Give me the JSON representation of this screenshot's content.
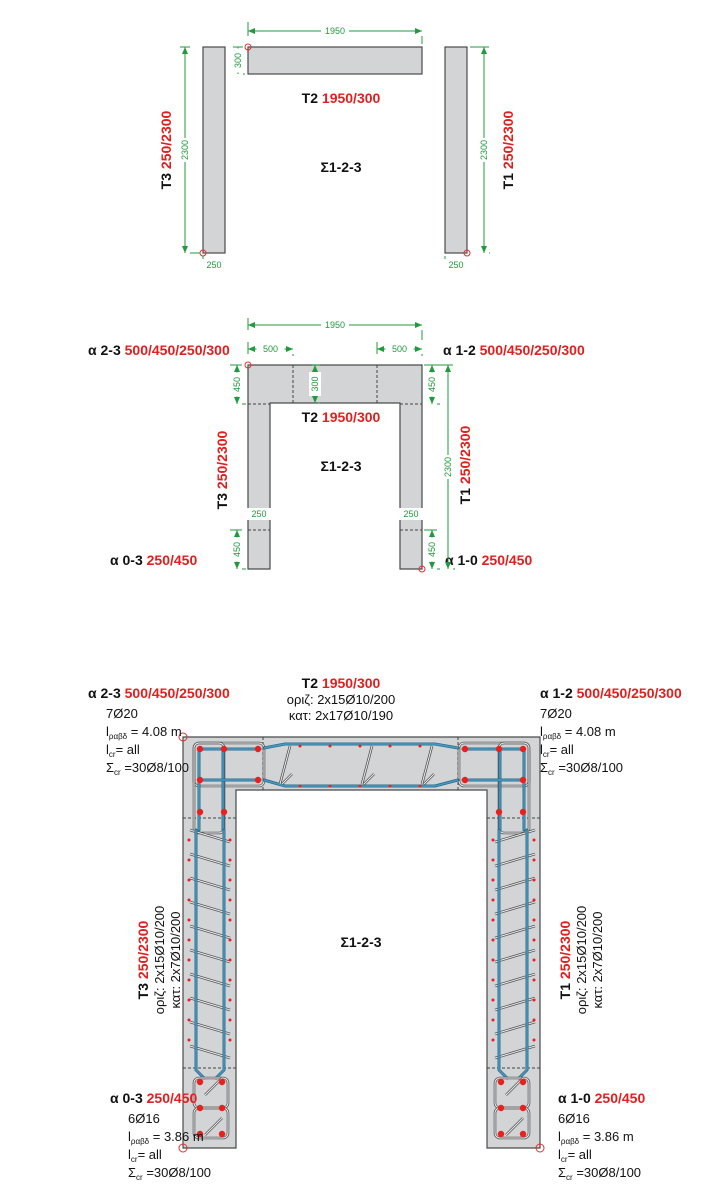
{
  "diagram1": {
    "t2": {
      "name": "T2",
      "dims": "1950/300"
    },
    "t3": {
      "name": "T3",
      "dims": "250/2300"
    },
    "t1": {
      "name": "T1",
      "dims": "250/2300"
    },
    "system": "Σ1-2-3",
    "dim_1950": "1950",
    "dim_300": "300",
    "dim_2300_left": "2300",
    "dim_2300_right": "2300",
    "dim_250_left": "250",
    "dim_250_right": "250"
  },
  "diagram2": {
    "a23": {
      "name": "α 2-3",
      "dims": "500/450/250/300"
    },
    "a12": {
      "name": "α 1-2",
      "dims": "500/450/250/300"
    },
    "a03": {
      "name": "α 0-3",
      "dims": "250/450"
    },
    "a10": {
      "name": "α 1-0",
      "dims": "250/450"
    },
    "t2": {
      "name": "T2",
      "dims": "1950/300"
    },
    "t3": {
      "name": "T3",
      "dims": "250/2300"
    },
    "t1": {
      "name": "T1",
      "dims": "250/2300"
    },
    "system": "Σ1-2-3",
    "dim_1950": "1950",
    "dim_500_left": "500",
    "dim_500_right": "500",
    "dim_300": "300",
    "dim_450_tl": "450",
    "dim_450_tr": "450",
    "dim_2300": "2300",
    "dim_250_left": "250",
    "dim_250_right": "250",
    "dim_450_bl": "450",
    "dim_450_br": "450"
  },
  "diagram3": {
    "t2": {
      "name": "T2",
      "dims": "1950/300",
      "horiz": "οριζ: 2x15Ø10/200",
      "vert": "κατ: 2x17Ø10/190"
    },
    "t3": {
      "name": "T3",
      "dims": "250/2300",
      "horiz": "οριζ: 2x15Ø10/200",
      "vert": "κατ: 2x7Ø10/200"
    },
    "t1": {
      "name": "T1",
      "dims": "250/2300",
      "horiz": "οριζ: 2x15Ø10/200",
      "vert": "κατ: 2x7Ø10/200"
    },
    "system": "Σ1-2-3",
    "a23": {
      "name": "α 2-3",
      "dims": "500/450/250/300",
      "bars": "7Ø20",
      "l": "l",
      "l_sub": "ραβδ",
      "l_val": " = 4.08 m",
      "lcr": "l",
      "lcr_sub": "cr",
      "lcr_val": "= all",
      "scr": "Σ",
      "scr_sub": "cr",
      "scr_val": " =30Ø8/100"
    },
    "a12": {
      "name": "α 1-2",
      "dims": "500/450/250/300",
      "bars": "7Ø20",
      "l": "l",
      "l_sub": "ραβδ",
      "l_val": " = 4.08 m",
      "lcr": "l",
      "lcr_sub": "cr",
      "lcr_val": "= all",
      "scr": "Σ",
      "scr_sub": "cr",
      "scr_val": " =30Ø8/100"
    },
    "a03": {
      "name": "α 0-3",
      "dims": "250/450",
      "bars": "6Ø16",
      "l": "l",
      "l_sub": "ραβδ",
      "l_val": " = 3.86 m",
      "lcr": "l",
      "lcr_sub": "cr",
      "lcr_val": "= all",
      "scr": "Σ",
      "scr_sub": "cr",
      "scr_val": " =30Ø8/100"
    },
    "a10": {
      "name": "α 1-0",
      "dims": "250/450",
      "bars": "6Ø16",
      "l": "l",
      "l_sub": "ραβδ",
      "l_val": " = 3.86 m",
      "lcr": "l",
      "lcr_sub": "cr",
      "lcr_val": "= all",
      "scr": "Σ",
      "scr_sub": "cr",
      "scr_val": " =30Ø8/100"
    }
  },
  "colors": {
    "concrete": "#d3d4d6",
    "dimension": "#1f9a3c",
    "highlight": "#e0201e",
    "rebar": "#2f6f8f"
  }
}
